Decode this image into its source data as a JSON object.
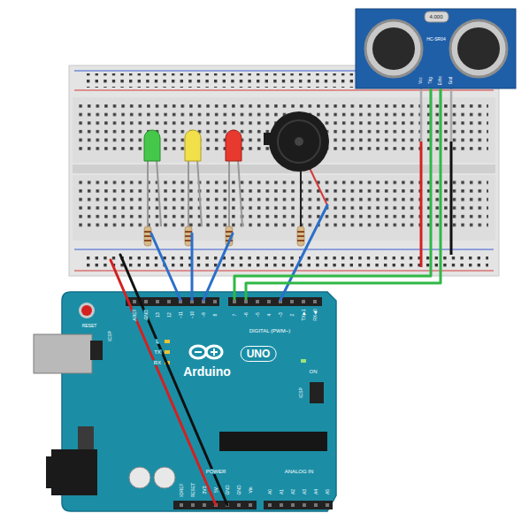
{
  "diagram": {
    "nodes": [
      {
        "text": [
          "HC-SR04"
        ]
      },
      {
        "text": [
          "Arduino",
          "UNO"
        ]
      }
    ],
    "edges": [
      {
        "from": 0,
        "to": 1,
        "arrow": "none"
      },
      {
        "from": 0,
        "to": 1,
        "arrow": "none"
      }
    ],
    "labels": [
      "4.000",
      "Vcc",
      "Trig",
      "Echo",
      "Gnd",
      "RESET",
      "ICSP",
      "AREF",
      "GND",
      "13",
      "12",
      "~11",
      "~10",
      "~9",
      "8",
      "7",
      "~6",
      "~5",
      "4",
      "~3",
      "2",
      "TX▶1",
      "RX◀0",
      "DIGITAL (PWM~)",
      "L",
      "TX",
      "RX",
      "ON",
      "ICSP",
      "IOREF",
      "RESET",
      "3V3",
      "5V",
      "GND",
      "GND",
      "Vin",
      "POWER",
      "ANALOG IN",
      "A0",
      "A1",
      "A2",
      "A3",
      "A4",
      "A5"
    ]
  }
}
